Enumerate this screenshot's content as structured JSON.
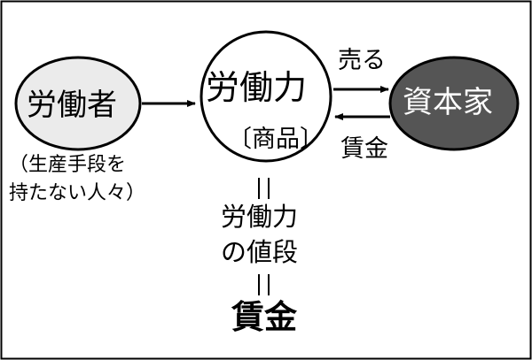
{
  "nodes": {
    "worker": {
      "label": "労働者",
      "note_line1": "（生産手段を",
      "note_line2": "持たない人々）"
    },
    "labor_power": {
      "label": "労働力",
      "sub": "〔商品〕"
    },
    "capitalist": {
      "label": "資本家"
    }
  },
  "edges": {
    "sell": "売る",
    "wage": "賃金"
  },
  "equation": {
    "line1": "労働力",
    "line2": "の値段",
    "result": "賃金"
  },
  "colors": {
    "worker_fill": "#ebebeb",
    "labor_fill": "#ffffff",
    "capitalist_fill": "#555555",
    "stroke": "#000000"
  }
}
